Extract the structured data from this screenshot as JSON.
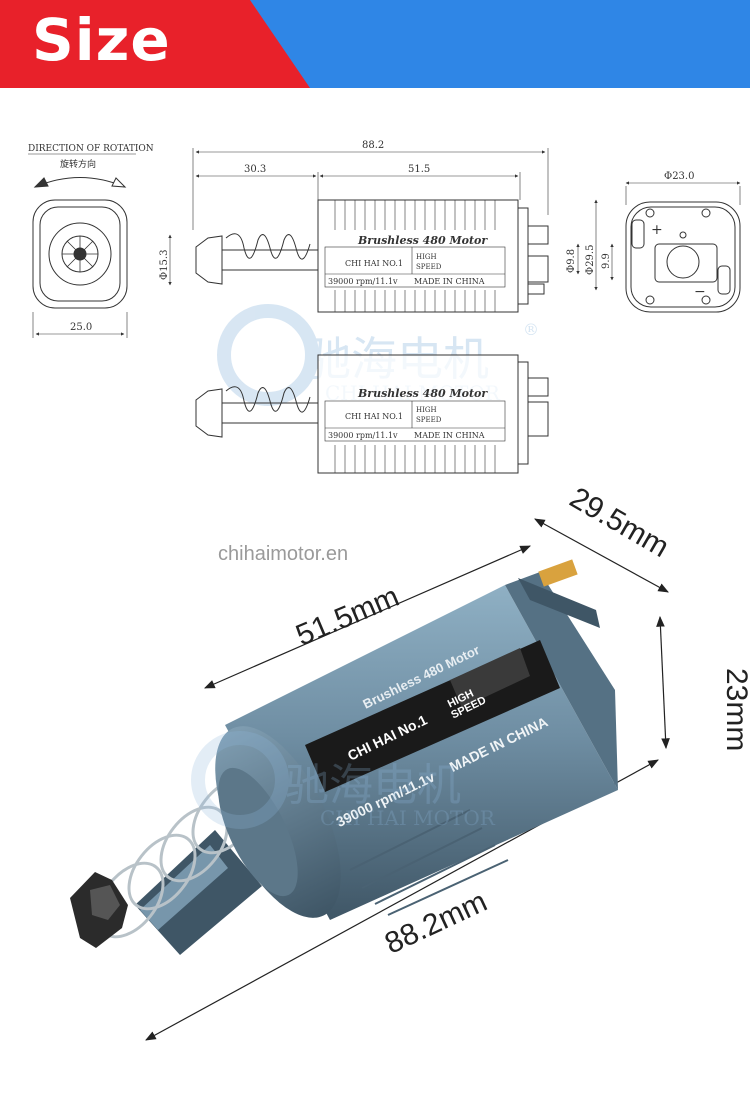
{
  "banner": {
    "title": "Size",
    "colors": {
      "red": "#e8212a",
      "blue": "#2f86e6"
    }
  },
  "drawing": {
    "rotation_label": "DIRECTION OF ROTATION",
    "rotation_label_cn": "旋转方向",
    "front_width": "25.0",
    "overall_length": "88.2",
    "shaft_length": "30.3",
    "body_length": "51.5",
    "shaft_dia": "Φ15.3",
    "pinion_dia": "Φ9.8",
    "body_dia": "Φ29.5",
    "rear_dia": "Φ23.0",
    "rear_offset": "9.9",
    "label_brand": "Brushless 480 Motor",
    "label_model": "CHI HAI NO.1",
    "label_speed_1": "HIGH",
    "label_speed_2": "SPEED",
    "label_rpm": "39000 rpm/11.1v",
    "label_origin": "MADE IN CHINA",
    "plus_sign": "+",
    "minus_sign": "−"
  },
  "watermark": {
    "cn": "驰海电机",
    "en": "CHI HAI MOTOR",
    "reg": "®"
  },
  "photo": {
    "website": "chihaimotor.en",
    "dim_body": "51.5mm",
    "dim_dia": "29.5mm",
    "dim_height": "23mm",
    "dim_total": "88.2mm",
    "label_brand": "Brushless 480 Motor",
    "label_model": "CHI HAI No.1",
    "label_speed_1": "HIGH",
    "label_speed_2": "SPEED",
    "label_rpm": "39000 rpm/11.1v",
    "label_origin": "MADE IN CHINA",
    "colors": {
      "body": "#6f8ea3",
      "dark": "#3f5666"
    }
  }
}
